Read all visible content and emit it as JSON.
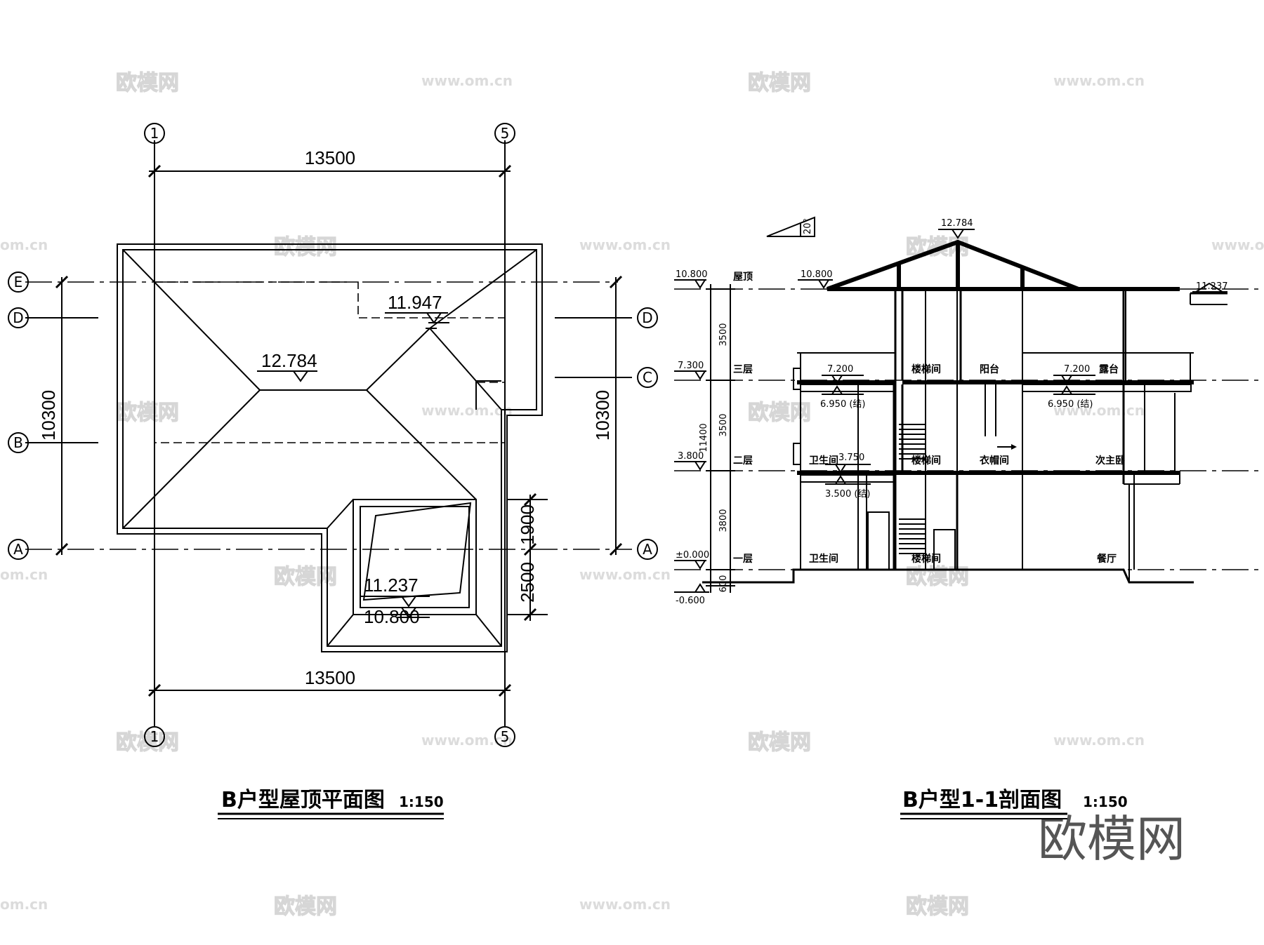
{
  "watermark": {
    "logo_text": "欧模网",
    "url_text": "www.om.cn",
    "edge_text": "om.cn"
  },
  "roof_plan": {
    "title": "B户型屋顶平面图",
    "scale": "1:150",
    "dim_top": "13500",
    "dim_bottom": "13500",
    "dim_left": "10300",
    "dim_right": "10300",
    "dim_right_upper": "1900",
    "dim_right_lower": "2500",
    "axes": {
      "one": "1",
      "five": "5",
      "a": "A",
      "b": "B",
      "c": "C",
      "d": "D",
      "e": "E"
    },
    "elevations": {
      "ridge_main": "12.784",
      "ridge_upper": "11.947",
      "lower_roof": "11.237",
      "lower_eave": "10.800"
    }
  },
  "section": {
    "title": "B户型1-1剖面图",
    "scale": "1:150",
    "slope": "20°",
    "levels": {
      "ridge": "12.784",
      "roof": "10.800",
      "eave_left": "10.800",
      "right_roof": "11.237",
      "third": "7.300",
      "second": "3.800",
      "ground": "±0.000",
      "outdoor": "-0.600",
      "third_slab_left": "7.200",
      "third_slab_right": "7.200",
      "third_struct_left": "6.950 (结)",
      "third_struct_right": "6.950 (结)",
      "second_slab": "3.750",
      "second_struct": "3.500 (结)"
    },
    "floor_labels": {
      "roof": "屋顶",
      "third": "三层",
      "second": "二层",
      "first": "一层"
    },
    "dims": {
      "upper": "3500",
      "middle": "3500",
      "total": "11400",
      "lower": "3800",
      "base": "600"
    },
    "rooms": {
      "stair_3f": "楼梯间",
      "balcony": "阳台",
      "terrace": "露台",
      "bath_2f": "卫生间",
      "stair_2f": "楼梯间",
      "cloak": "衣帽间",
      "second_master": "次主卧",
      "bath_1f": "卫生间",
      "stair_1f": "楼梯间",
      "dining": "餐厅"
    }
  }
}
